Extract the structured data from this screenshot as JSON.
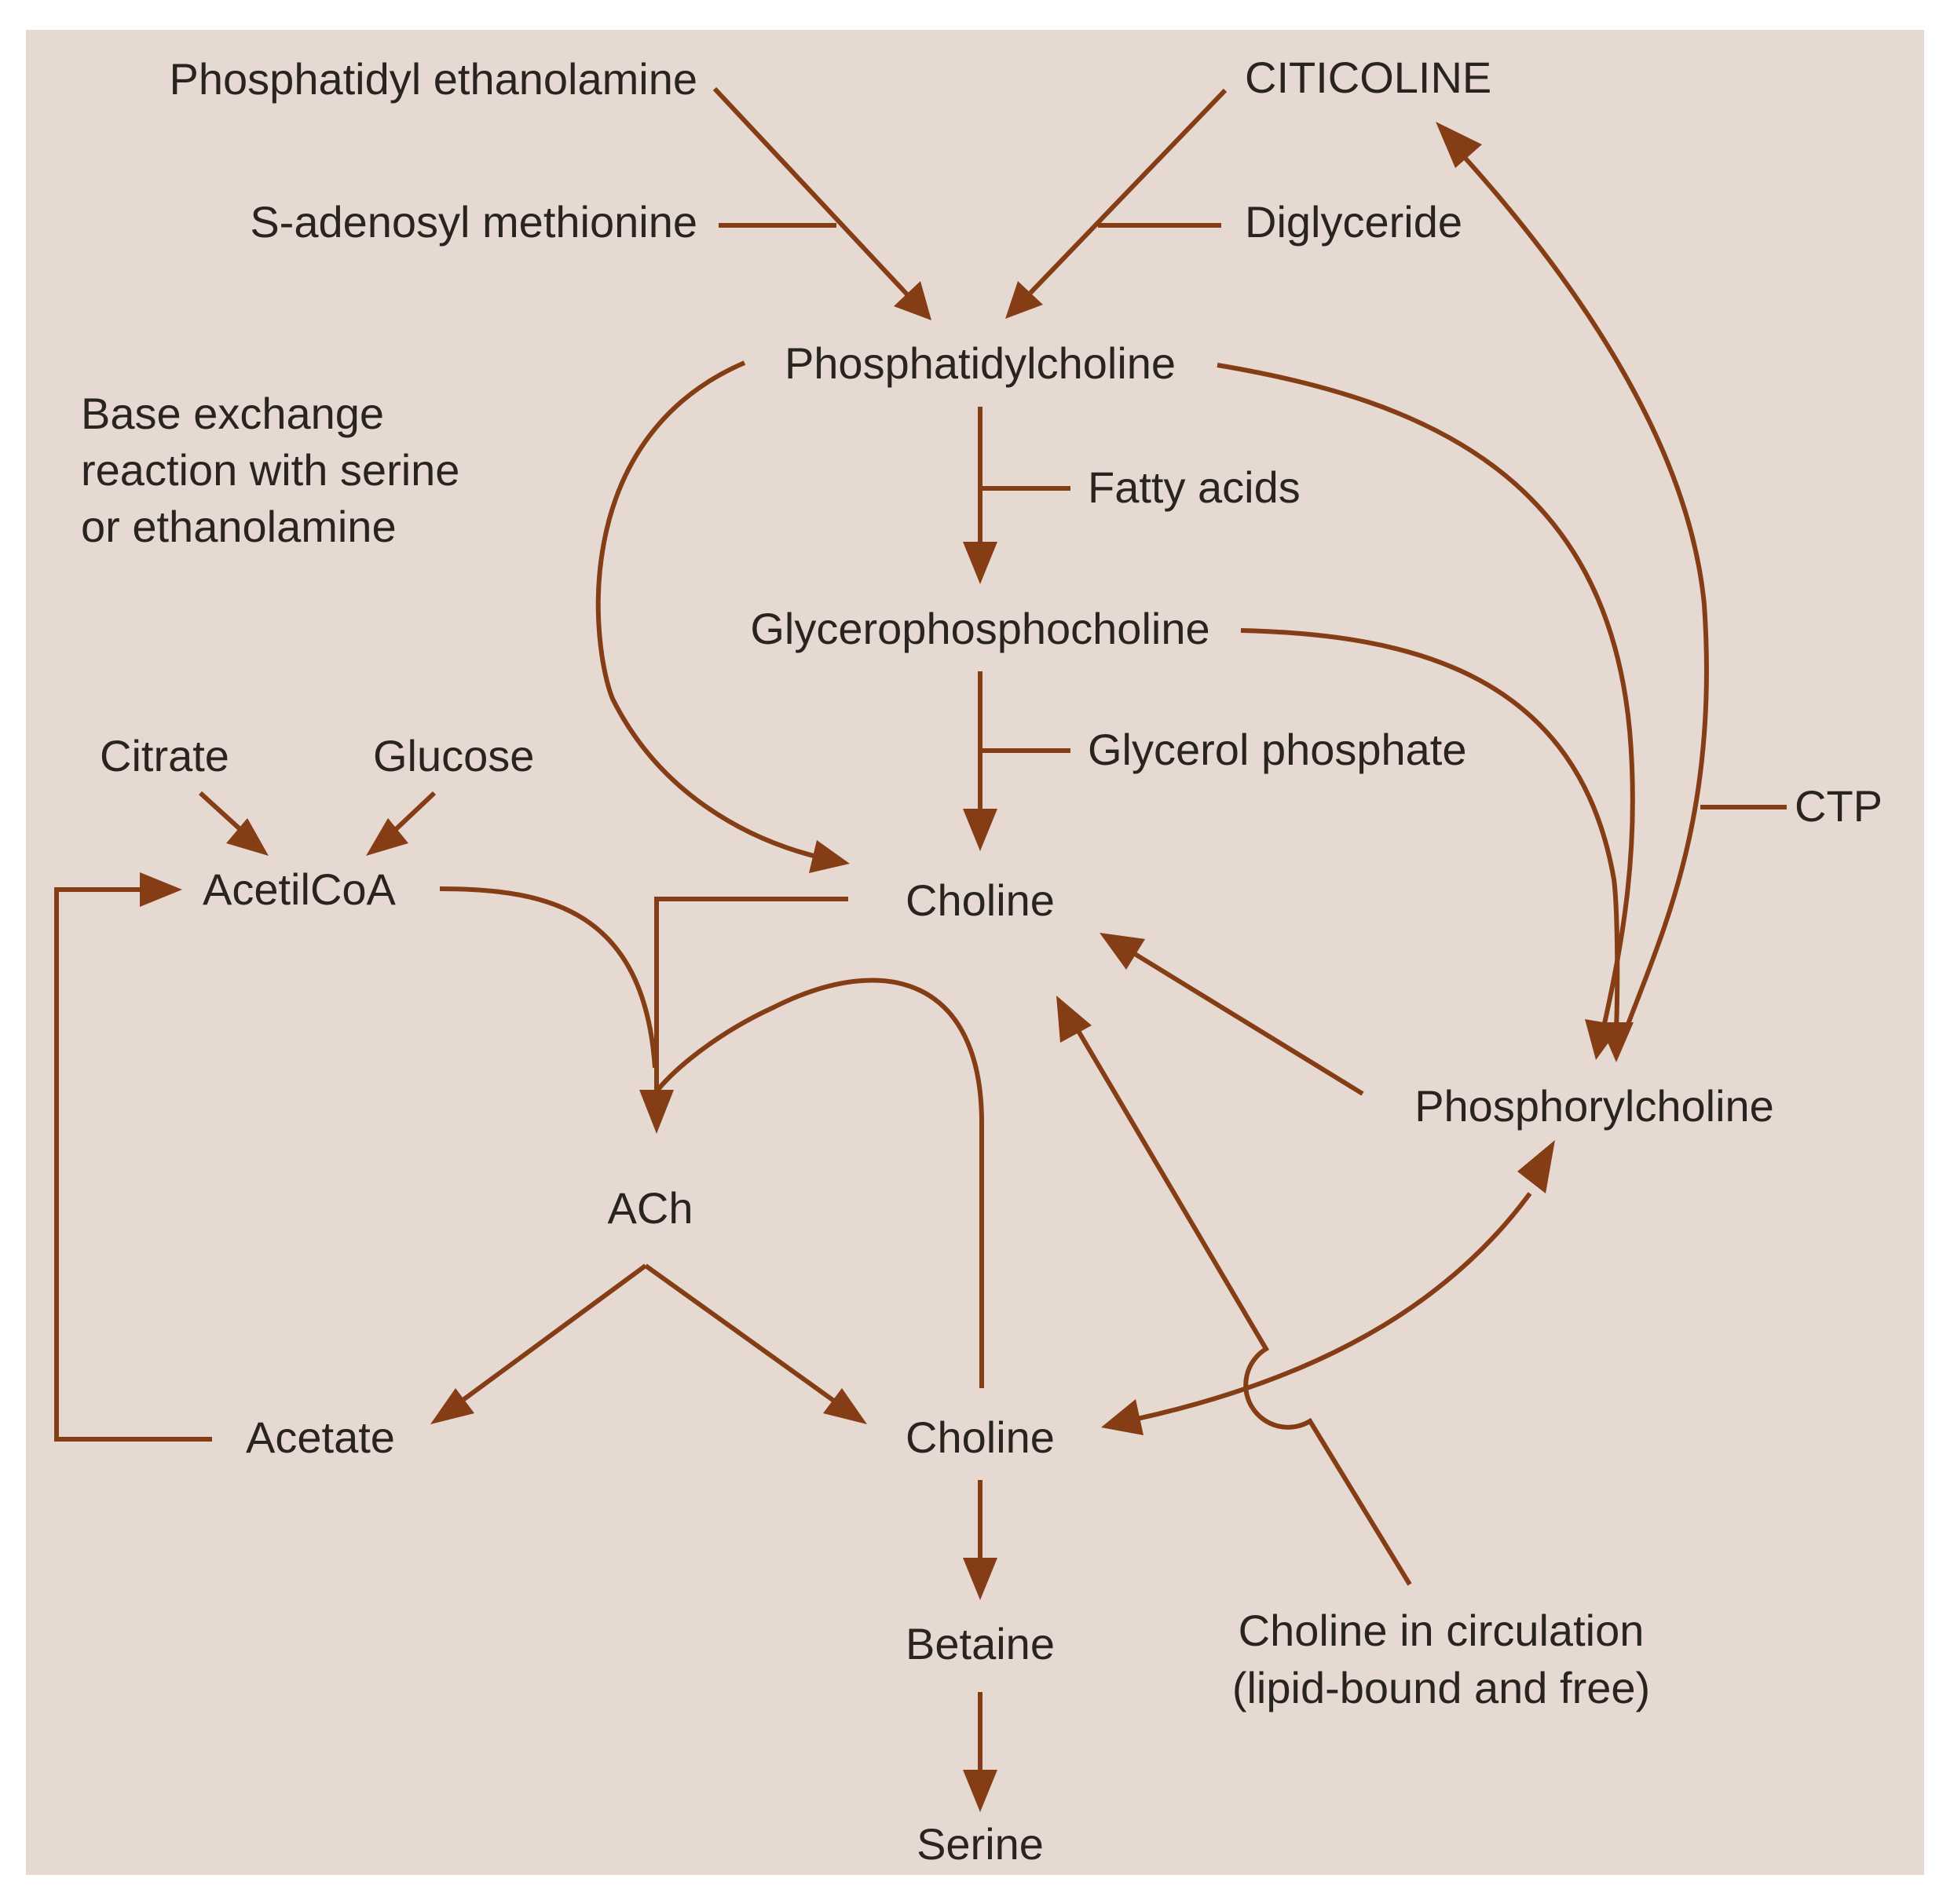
{
  "colors": {
    "background": "#e6d9d2",
    "arrow": "#843d14",
    "text": "#2a2420"
  },
  "nodes": {
    "phosphatidyl_ethanolamine": "Phosphatidyl ethanolamine",
    "s_adenosyl_methionine": "S-adenosyl methionine",
    "citicoline": "CITICOLINE",
    "diglyceride": "Diglyceride",
    "phosphatidylcholine": "Phosphatidylcholine",
    "base_exchange": [
      "Base exchange",
      "reaction with serine",
      "or ethanolamine"
    ],
    "fatty_acids": "Fatty acids",
    "glycerophosphocholine": "Glycerophosphocholine",
    "glycerol_phosphate": "Glycerol phosphate",
    "citrate": "Citrate",
    "glucose": "Glucose",
    "acetilcoa": "AcetilCoA",
    "choline_top": "Choline",
    "ctp": "CTP",
    "phosphorylcholine": "Phosphorylcholine",
    "ach": "ACh",
    "acetate": "Acetate",
    "choline_bottom": "Choline",
    "betaine": "Betaine",
    "serine": "Serine",
    "choline_circulation": [
      "Choline in circulation",
      "(lipid-bound and free)"
    ]
  }
}
